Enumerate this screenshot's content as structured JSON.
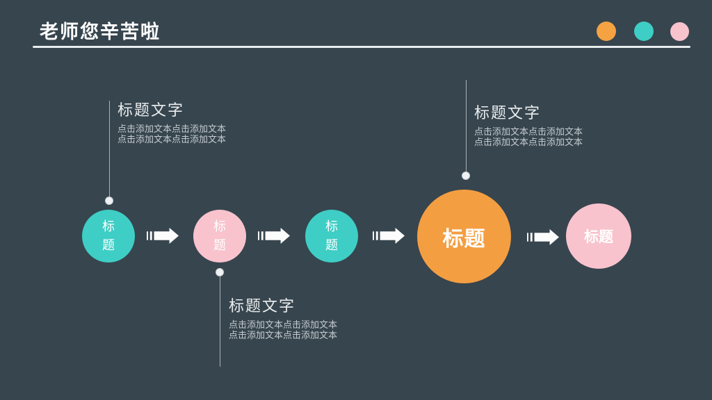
{
  "header": {
    "title": "老师您辛苦啦",
    "deco_dots": [
      {
        "name": "orange",
        "color": "#F5A243"
      },
      {
        "name": "teal",
        "color": "#3ECEC5"
      },
      {
        "name": "pink",
        "color": "#F8C3CD"
      }
    ]
  },
  "callouts": {
    "top_left": {
      "heading": "标题文字",
      "body_line1": "点击添加文本点击添加文本",
      "body_line2": "点击添加文本点击添加文本"
    },
    "top_right": {
      "heading": "标题文字",
      "body_line1": "点击添加文本点击添加文本",
      "body_line2": "点击添加文本点击添加文本"
    },
    "bottom": {
      "heading": "标题文字",
      "body_line1": "点击添加文本点击添加文本",
      "body_line2": "点击添加文本点击添加文本"
    }
  },
  "process": {
    "steps": [
      {
        "label": "标题",
        "color": "#3ECEC5",
        "size": "small"
      },
      {
        "label": "标题",
        "color": "#F8C3CD",
        "size": "small"
      },
      {
        "label": "标题",
        "color": "#3ECEC5",
        "size": "small"
      },
      {
        "label": "标题",
        "color": "#F49E42",
        "size": "large"
      },
      {
        "label": "标题",
        "color": "#F8C3CD",
        "size": "medium"
      }
    ],
    "arrow_color": "#FCFCFC"
  },
  "colors": {
    "background": "#37454E",
    "accent_orange": "#F49E42",
    "accent_teal": "#3ECEC5",
    "accent_pink": "#F8C3CD",
    "title_text": "#FFFFFF",
    "heading_text": "#E9EDEE",
    "body_text": "#C5CCD0",
    "connector_line": "#A9B2B6",
    "underline": "#E9EDEE"
  }
}
